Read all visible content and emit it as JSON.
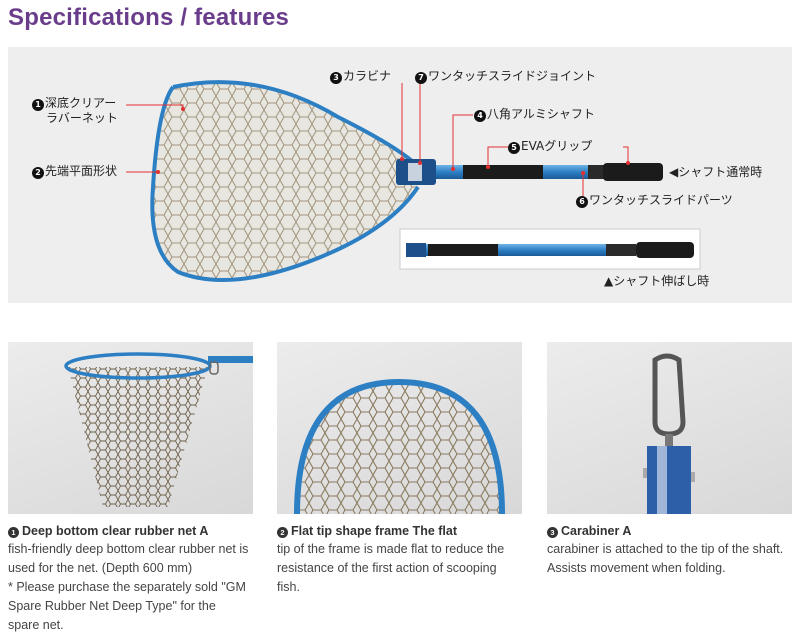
{
  "page_title": "Specifications / features",
  "colors": {
    "title": "#6a3d8c",
    "frame_blue": "#2d7fc4",
    "net_brown": "#8a7a60",
    "annotation_red": "#e23030",
    "hero_bg": "#eeeeee"
  },
  "hero_labels": {
    "l1_num": "1",
    "l1_line1": "深底クリアー",
    "l1_line2": "ラバーネット",
    "l2_num": "2",
    "l2": "先端平面形状",
    "l3_num": "3",
    "l3": "カラビナ",
    "l7_num": "7",
    "l7": "ワンタッチスライドジョイント",
    "l4_num": "4",
    "l4": "八角アルミシャフト",
    "l5_num": "5",
    "l5": "EVAグリップ",
    "l6_num": "6",
    "l6": "ワンタッチスライドパーツ",
    "shaft_normal": "◀シャフト通常時",
    "shaft_extended": "▲シャフト伸ばし時"
  },
  "features": [
    {
      "num": "1",
      "title": "Deep bottom clear rubber net A",
      "body": "fish-friendly deep bottom clear rubber net is\nused for the net. (Depth 600 mm)\n* Please purchase the separately sold \"GM\nSpare Rubber Net Deep Type\" for the\nspare net."
    },
    {
      "num": "2",
      "title": "Flat tip shape frame The flat",
      "body": "tip of the frame is made flat to reduce the\nresistance of the first action of scooping\nfish."
    },
    {
      "num": "3",
      "title": "Carabiner A",
      "body": "carabiner is attached to the tip of the shaft.\nAssists movement when folding."
    }
  ]
}
